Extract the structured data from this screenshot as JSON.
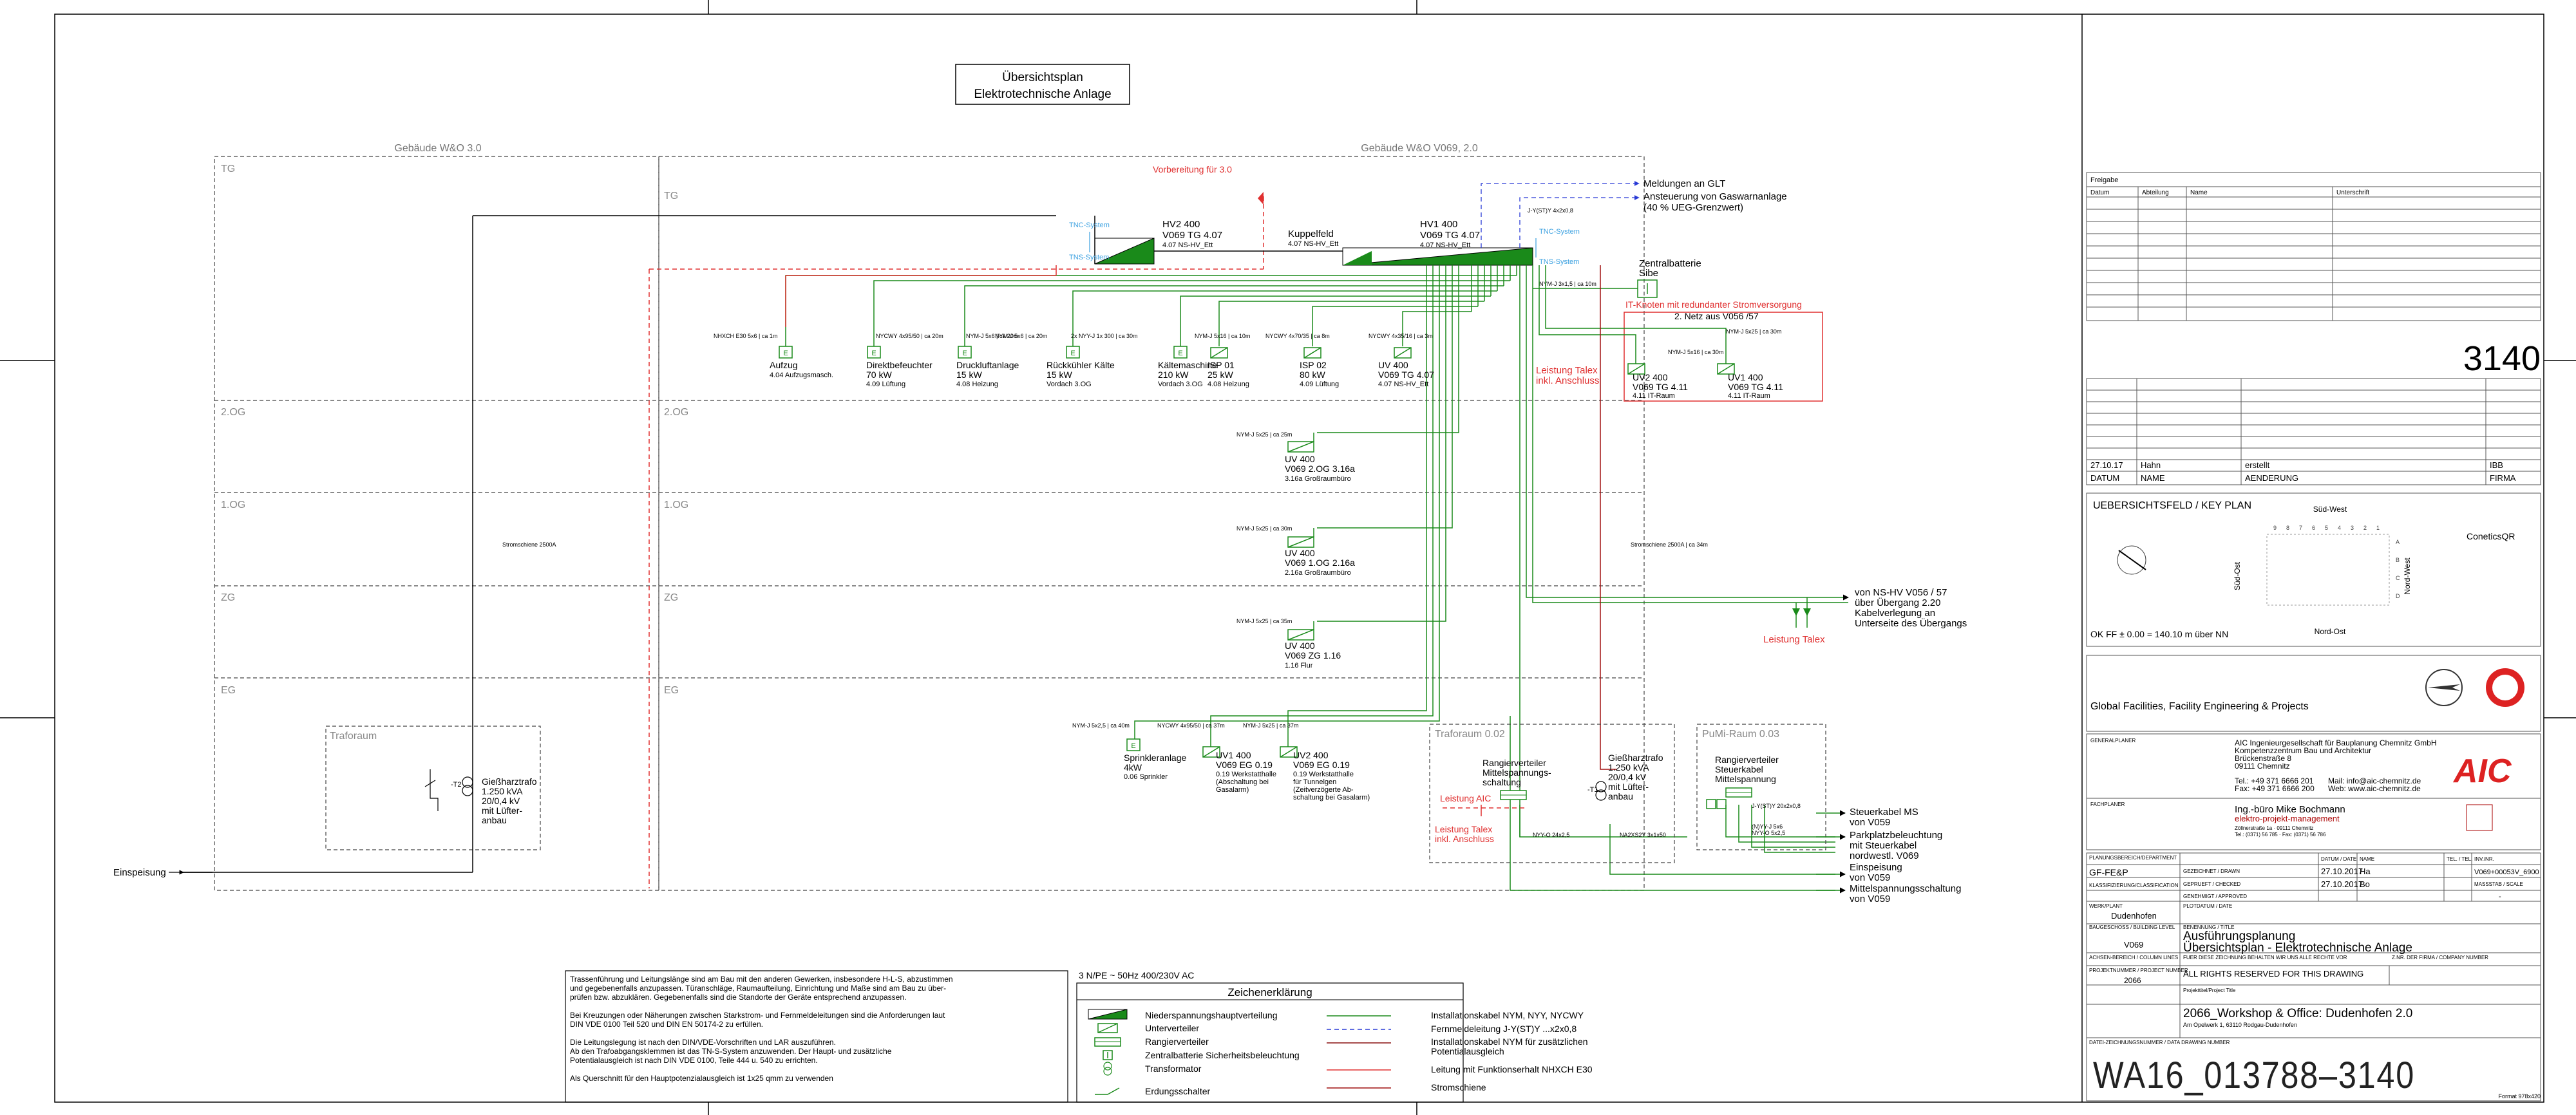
{
  "title": {
    "line1": "Übersichtsplan",
    "line2": "Elektrotechnische Anlage"
  },
  "buildings": {
    "left": "Gebäude W&O 3.0",
    "right": "Gebäude W&O V069, 2.0"
  },
  "floors": {
    "left": [
      "TG",
      "2.OG",
      "1.OG",
      "ZG",
      "EG"
    ],
    "right": [
      "TG",
      "2.OG",
      "1.OG",
      "ZG",
      "EG"
    ]
  },
  "vorbereitung": "Vorbereitung für 3.0",
  "einspeisung": "Einspeisung",
  "traforaum": {
    "label": "Traforaum",
    "t_code": "-T2",
    "trafo": [
      "Gießharztrafo",
      "1.250 kVA",
      "20/0,4 kV",
      "mit Lüfter-",
      "anbau"
    ]
  },
  "systems": {
    "tnc1": "TNC-System",
    "tns1": "TNS-System",
    "tnc2": "TNC-System",
    "tns2": "TNS-System"
  },
  "hv2": {
    "l1": "HV2 400",
    "l2": "V069 TG 4.07",
    "l3": "4.07 NS-HV_Ett"
  },
  "kuppelfeld": {
    "l1": "Kuppelfeld",
    "l2": "4.07 NS-HV_Ett"
  },
  "hv1": {
    "l1": "HV1 400",
    "l2": "V069 TG 4.07",
    "l3": "4.07 NS-HV_Ett"
  },
  "cable_jy": "J-Y(ST)Y 4x2x0,8",
  "meldungen": "Meldungen an GLT",
  "ansteuerung": {
    "l1": "Ansteuerung von Gaswarnanlage",
    "l2": "(40 % UEG-Grenzwert)"
  },
  "zentralbatterie": {
    "l1": "Zentralbatterie",
    "l2": "Sibe"
  },
  "it_knoten": {
    "l1": "IT-Knoten mit redundanter Stromversorgung",
    "l2": "2. Netz aus V056 /57"
  },
  "consumers": [
    {
      "name": "Aufzug",
      "sub": "4.04 Aufzugsmasch.",
      "cable": "NHXCH E30 5x6 | ca 1m"
    },
    {
      "name": "Direktbefeuchter",
      "p": "70 kW",
      "sub": "4.09 Lüftung",
      "cable": "NYCWY 4x95/50 | ca 20m"
    },
    {
      "name": "Druckluftanlage",
      "p": "15 kW",
      "sub": "4.08 Heizung",
      "cable": "NYM-J 5x6 | ca 20m"
    },
    {
      "name": "Rückkühler Kälte",
      "p": "15 kW",
      "sub": "Vordach 3.OG",
      "cable": "NYM-J 5x6 | ca 20m"
    },
    {
      "name": "Kältemaschine",
      "p": "210 kW",
      "sub": "Vordach 3.OG",
      "cable": "2x NYY-J 1x 300 | ca 30m"
    },
    {
      "name": "ISP 01",
      "p": "25 kW",
      "sub": "4.08 Heizung",
      "cable": "NYM-J 5x16 | ca 10m"
    },
    {
      "name": "ISP 02",
      "p": "80 kW",
      "sub": "4.09 Lüftung",
      "cable": "NYCWY 4x70/35 | ca 8m"
    },
    {
      "name": "UV 400",
      "p": "V069 TG 4.07",
      "sub": "4.07 NS-HV_Ett",
      "cable": "NYCWY 4x35/16 | ca 3m"
    }
  ],
  "uv2_it": {
    "l1": "UV2 400",
    "l2": "V069 TG 4.11",
    "l3": "4.11 IT-Raum",
    "cable": "NYM-J 5x16 | ca 30m"
  },
  "uv1_it": {
    "l1": "UV1 400",
    "l2": "V069 TG 4.11",
    "l3": "4.11 IT-Raum",
    "cable": "NYM-J 5x25 | ca 30m"
  },
  "leistung_talex1": {
    "l1": "Leistung Talex",
    "l2": "inkl. Anschluss"
  },
  "uv_2og": {
    "l1": "UV 400",
    "l2": "V069 2.OG 3.16a",
    "l3": "3.16a Großraumbüro",
    "cable": "NYM-J 5x25 | ca 25m"
  },
  "uv_1og": {
    "l1": "UV 400",
    "l2": "V069 1.OG 2.16a",
    "l3": "2.16a Großraumbüro",
    "cable": "NYM-J 5x25 | ca 30m"
  },
  "uv_zg": {
    "l1": "UV 400",
    "l2": "V069 ZG 1.16",
    "l3": "1.16 Flur",
    "cable": "NYM-J 5x25 | ca 35m"
  },
  "stromschiene_left": "Stromschiene 2500A",
  "stromschiene_right": "Stromschiene 2500A | ca 34m",
  "von_ns": {
    "l1": "von NS-HV V056 / 57",
    "l2": "über Übergang 2.20",
    "l3": "Kabelverlegung an",
    "l4": "Unterseite des Übergangs"
  },
  "leistung_talex2": "Leistung Talex",
  "sprinkler": {
    "l1": "Sprinkleranlage",
    "l2": "4kW",
    "l3": "0.06 Sprinkler",
    "cable": "NYM-J 5x2,5 | ca 40m"
  },
  "uv1_eg": {
    "l1": "UV1 400",
    "l2": "V069 EG 0.19",
    "l3": "0.19 Werkstatthalle",
    "l4": "(Abschaltung bei",
    "l5": "Gasalarm)",
    "cable": "NYCWY 4x95/50 | ca 37m"
  },
  "uv2_eg": {
    "l1": "UV2 400",
    "l2": "V069 EG 0.19",
    "l3": "0.19 Werkstatthalle",
    "l4": "für Tunnelgen",
    "l5": "(Zeitverzögerte Ab-",
    "l6": "schaltung bei Gasalarm)",
    "cable": "NYM-J 5x25 | ca 37m"
  },
  "traforaum2": "Traforaum 0.02",
  "rangier1": {
    "l1": "Rangierverteiler",
    "l2": "Mittelspannungs-",
    "l3": "schaltung"
  },
  "t1_code": "-T1",
  "trafo2": [
    "Gießharztrafo",
    "1.250 kVA",
    "20/0,4 kV",
    "mit Lüfter-",
    "anbau"
  ],
  "leistung_aic": "Leistung AIC",
  "leistung_talex3": {
    "l1": "Leistung Talex",
    "l2": "inkl. Anschluss"
  },
  "pumi_raum": "PuMi-Raum 0.03",
  "rangier2": {
    "l1": "Rangierverteiler",
    "l2": "Steuerkabel",
    "l3": "Mittelspannung"
  },
  "steuerkabel": {
    "l1": "Steuerkabel MS",
    "l2": "von V059"
  },
  "parkplatz": {
    "l1": "Parkplatzbeleuchtung",
    "l2": "mit Steuerkabel",
    "l3": "nordwestl. V069"
  },
  "einspeisung_v059": {
    "l1": "Einspeisung",
    "l2": "von V059"
  },
  "mittelspannung_v059": {
    "l1": "Mittelspannungsschaltung",
    "l2": "von V059"
  },
  "notes": [
    "Trassenführung und Leitungslänge sind am Bau mit den anderen Gewerken, insbesondere H-L-S, abzustimmen",
    "und gegebenenfalls anzupassen. Türanschläge, Raumaufteilung, Einrichtung und Maße sind am Bau zu über-",
    "prüfen bzw. abzuklären. Gegebenenfalls sind die Standorte der Geräte entsprechend anzupassen.",
    "",
    "Bei Kreuzungen oder Näherungen zwischen Starkstrom- und Fernmeldeleitungen sind die Anforderungen laut",
    "DIN VDE 0100 Teil 520 und DIN EN 50174-2 zu erfüllen.",
    "",
    "Die Leitungslegung ist nach den DIN/VDE-Vorschriften und LAR auszuführen.",
    "Ab den Trafoabgangsklemmen ist das TN-S-System anzuwenden. Der Haupt- und zusätzliche",
    "Potentialausgleich ist nach DIN VDE 0100, Teile 444 u. 540 zu errichten.",
    "",
    "Als Querschnitt für den Hauptpotenzialausgleich ist 1x25 qmm zu verwenden"
  ],
  "legend": {
    "supply": "3 N/PE ~ 50Hz 400/230V AC",
    "title": "Zeichenerklärung",
    "left": [
      "Niederspannungshauptverteilung",
      "Unterverteiler",
      "Rangierverteiler",
      "Zentralbatterie Sicherheitsbeleuchtung",
      "Transformator",
      "Erdungsschalter"
    ],
    "right": [
      "Installationskabel NYM, NYY, NYCWY",
      "Fernmeldeleitung J-Y(ST)Y ...x2x0,8",
      "Installationskabel NYM für zusätzlichen",
      "Potentialausgleich",
      "Leitung mit Funktionserhalt  NHXCH E30",
      "Stromschiene"
    ]
  },
  "freigabe": {
    "title": "Freigabe",
    "cols": [
      "Datum",
      "Abteilung",
      "Name",
      "Unterschrift"
    ]
  },
  "sheet_number": "3140",
  "revision": {
    "date": "27.10.17",
    "name": "Hahn",
    "change": "erstellt",
    "firm": "IBB",
    "h_datum": "DATUM",
    "h_name": "NAME",
    "h_aenderung": "AENDERUNG",
    "h_firma": "FIRMA"
  },
  "keyplan": {
    "title": "UEBERSICHTSFELD / KEY PLAN",
    "sued_west": "Süd-West",
    "nord_ost": "Nord-Ost",
    "sued_ost": "Süd-Ost",
    "nord_west": "Nord-West",
    "brand": "ConeticsQR",
    "ok": "OK FF ± 0.00 =  140.10 m über NN",
    "cols": [
      "9",
      "8",
      "7",
      "6",
      "5",
      "4",
      "3",
      "2",
      "1"
    ],
    "rows": [
      "A",
      "B",
      "C",
      "D"
    ]
  },
  "gfe": "Global Facilities, Facility Engineering & Projects",
  "generalplaner": {
    "label": "GENERALPLANER",
    "lines": [
      "AIC Ingenieurgesellschaft für Bauplanung Chemnitz GmbH",
      "Kompetenzzentrum Bau und Architektur",
      "Brückenstraße 8",
      "09111 Chemnitz"
    ],
    "tel": "Tel.:  +49 371 6666 201",
    "fax": "Fax:   +49 371 6666 200",
    "mail": "Mail:   info@aic-chemnitz.de",
    "web": "Web:   www.aic-chemnitz.de",
    "logo": "AIC"
  },
  "fachplaner": {
    "label": "FACHPLANER",
    "name": "Ing.-büro Mike Bochmann",
    "sub": "elektro-projekt-management",
    "addr1": "Zöllnerstraße 1a · 09111 Chemnitz",
    "addr2": "Tel.: (0371) 56 785 · Fax: (0371) 56 786"
  },
  "title_block": {
    "planungsbereich_l": "PLANUNGSBEREICH/DEPARTMENT",
    "planungsbereich": "GF-FE&P",
    "klassifizierung_l": "KLASSIFIZIERUNG/CLASSIFICATION",
    "gezeichnet_l": "GEZEICHNET / DRAWN",
    "geprueft_l": "GEPRUEFT / CHECKED",
    "genehmigt_l": "GENEHMIGT / APPROVED",
    "date_l": "DATUM / DATE",
    "name_l": "NAME",
    "tel_l": "TEL. / TEL.",
    "inv_l": "INV./NR.",
    "drawn_date": "27.10.2017",
    "drawn_name": "Ha",
    "checked_date": "27.10.2017",
    "checked_name": "Bo",
    "inv": "V069+00053V_6900",
    "massstab_l": "MASSSTAB / SCALE",
    "massstab": "-",
    "werk_l": "WERK/PLANT",
    "werk": "Dudenhofen",
    "plotdatum_l": "PLOTDATUM / DATE",
    "benennung_l": "BENENNUNG / TITLE",
    "benennung1": "Ausführungsplanung",
    "benennung2": "Übersichtsplan - Elektrotechnische Anlage",
    "gebaeude_l": "BAUGESCHOSS / BUILDING LEVEL",
    "gebaeude": "V069",
    "achsen_l": "ACHSEN-BEREICH / COLUMN LINES",
    "rights_l": "FUER DIESE ZEICHNUNG BEHALTEN WIR UNS ALLE RECHTE VOR",
    "rights": "ALL RIGHTS RESERVED FOR THIS DRAWING",
    "firma_l": "Z.NR. DER FIRMA / COMPANY NUMBER",
    "projekt_l": "PROJEKTNUMMER / PROJECT NUMBER",
    "projekt": "2066",
    "projektitel_l": "Projekttitel/Project Title",
    "projektitel": "2066_Workshop & Office: Dudenhofen 2.0",
    "projektadresse": "Am Opelwerk 1, 63110 Rodgau-Dudenhofen",
    "datei_l": "DATEI-ZEICHNUNGSNUMMER / DATA DRAWING NUMBER",
    "drawing_no": "WA16_013788–3140",
    "format": "Format 978x420"
  }
}
